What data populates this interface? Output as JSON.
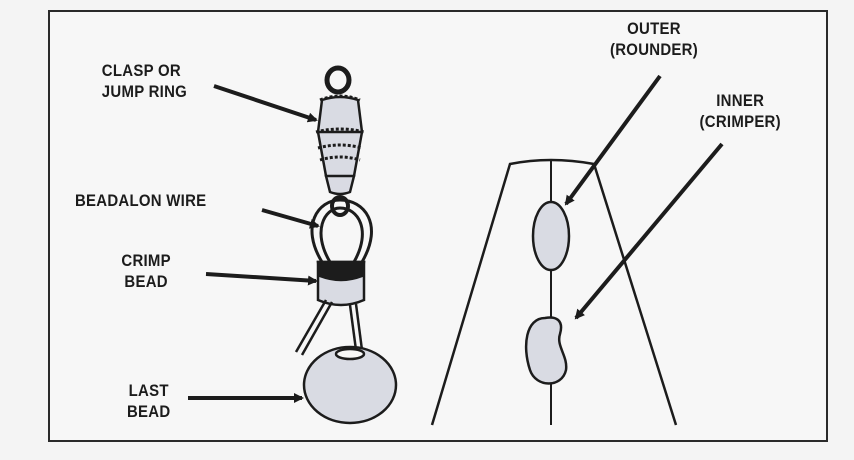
{
  "labels": {
    "clasp_line1": "CLASP OR",
    "clasp_line2": "JUMP RING",
    "wire": "BEADALON WIRE",
    "crimp_line1": "CRIMP",
    "crimp_line2": "BEAD",
    "last_line1": "LAST",
    "last_line2": "BEAD",
    "outer_line1": "OUTER",
    "outer_line2": "(ROUNDER)",
    "inner_line1": "INNER",
    "inner_line2": "(CRIMPER)"
  },
  "colors": {
    "ink": "#1c1c1c",
    "bead_fill": "#d9dbe3",
    "frame": "#2a2a2a"
  }
}
